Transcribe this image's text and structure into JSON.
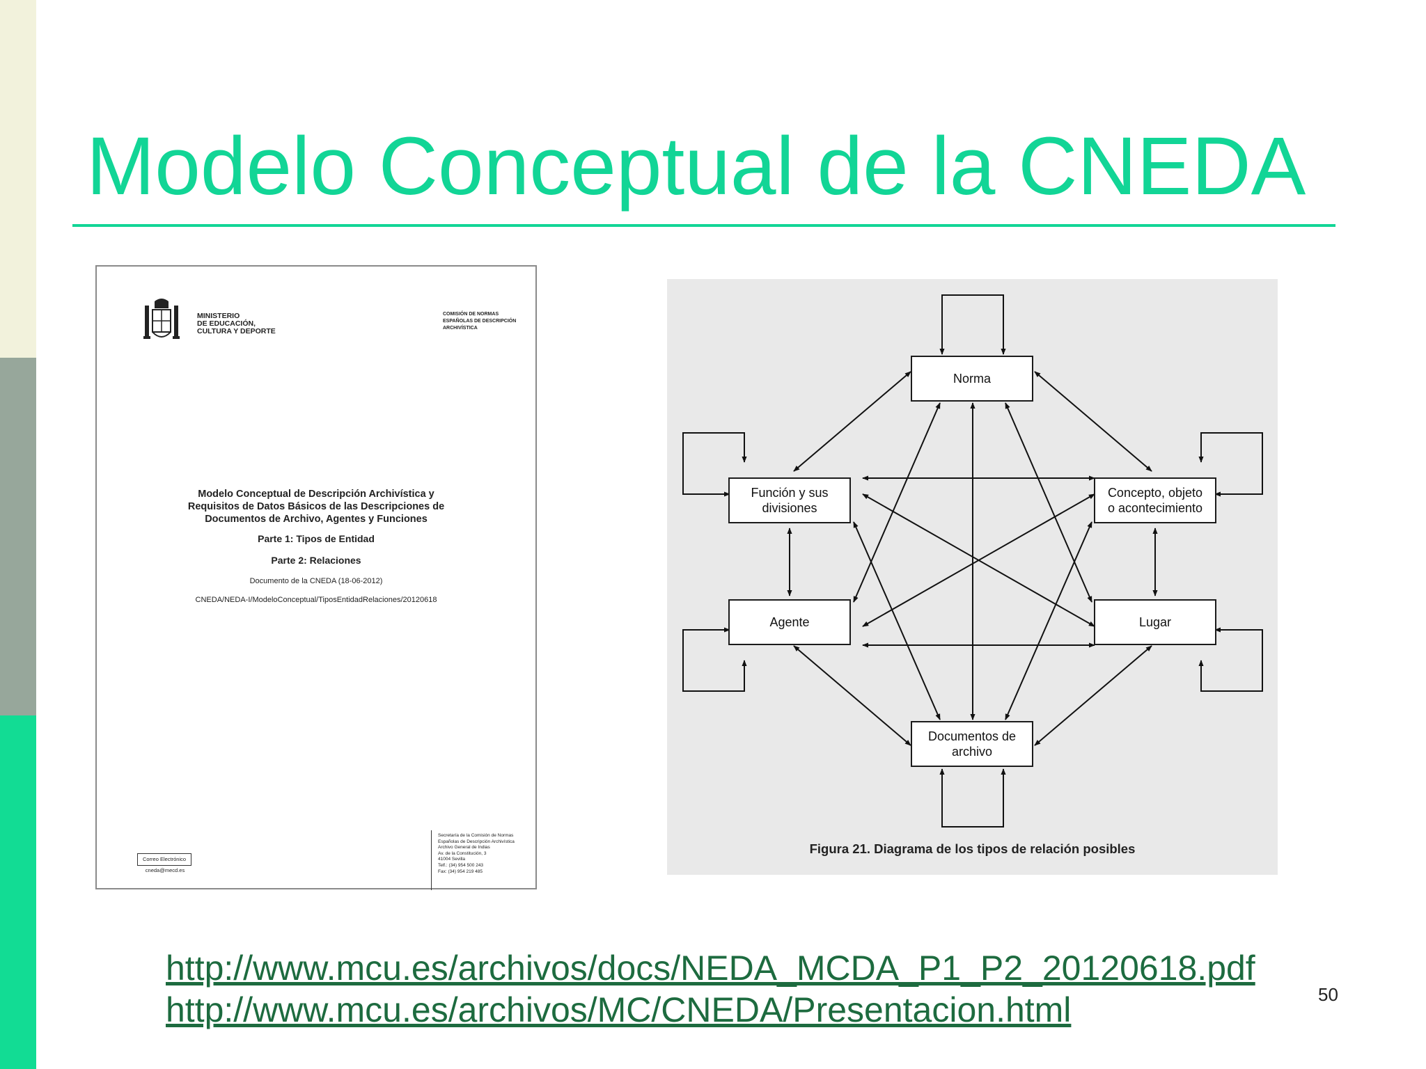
{
  "slide": {
    "title": "Modelo Conceptual de la CNEDA",
    "page_number": "50",
    "accent_color": "#12d596",
    "link_color": "#1d6b3f"
  },
  "document": {
    "ministry_lines": [
      "MINISTERIO",
      "DE EDUCACIÓN,",
      "CULTURA Y DEPORTE"
    ],
    "commission_lines": [
      "COMISIÓN DE NORMAS",
      "ESPAÑOLAS DE DESCRIPCIÓN",
      "ARCHIVÍSTICA"
    ],
    "heading_lines": [
      "Modelo Conceptual de Descripción Archivística y",
      "Requisitos de Datos Básicos de las Descripciones de",
      "Documentos de Archivo, Agentes y Funciones"
    ],
    "part1": "Parte 1: Tipos de Entidad",
    "part2": "Parte 2: Relaciones",
    "date": "Documento de la CNEDA (18-06-2012)",
    "code": "CNEDA/NEDA-I/ModeloConceptual/TiposEntidadRelaciones/20120618",
    "email_label": "Correo Electrónico",
    "email": "cneda@mecd.es",
    "address_lines": [
      "Secretaría de la Comisión de Normas",
      "Españolas de Descripción Archivística",
      "Archivo General de Indias",
      "Av. de la Constitución, 3",
      "41004 Sevilla",
      "Telf.: (34) 954 500 243",
      "Fax: (34) 954 219 485"
    ]
  },
  "diagram": {
    "caption": "Figura 21. Diagrama de los tipos de relación posibles",
    "nodes": {
      "norma": "Norma",
      "funcion": "Función y sus\ndivisiones",
      "concepto": "Concepto, objeto\no acontecimiento",
      "agente": "Agente",
      "lugar": "Lugar",
      "documentos": "Documentos de\narchivo"
    }
  },
  "links": [
    "http://www.mcu.es/archivos/docs/NEDA_MCDA_P1_P2_20120618.pdf",
    "http://www.mcu.es/archivos/MC/CNEDA/Presentacion.html"
  ]
}
